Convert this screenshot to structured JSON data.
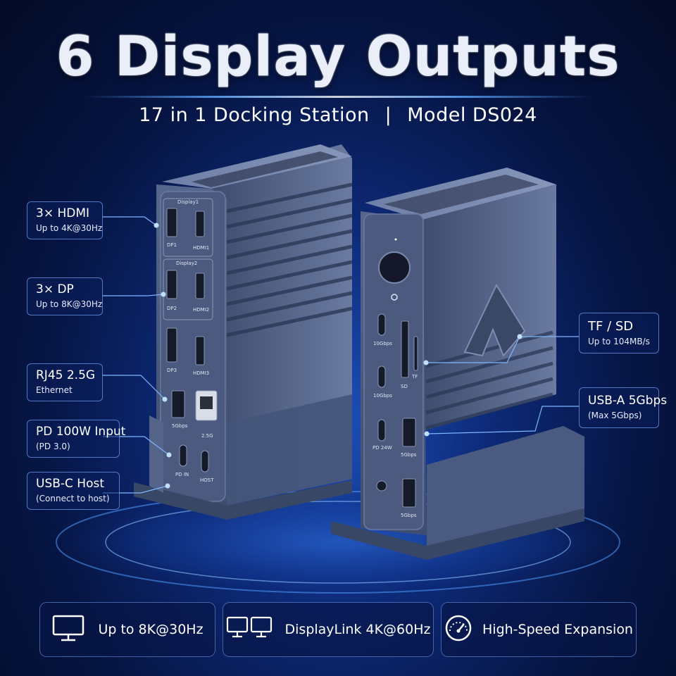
{
  "header": {
    "title": "6 Display Outputs",
    "subtitle_left": "17 in 1 Docking Station",
    "subtitle_sep": "|",
    "subtitle_right": "Model DS024"
  },
  "callouts": {
    "hdmi": {
      "main": "3× HDMI",
      "sub": "Up to 4K@30Hz"
    },
    "dp": {
      "main": "3× DP",
      "sub": "Up to 8K@30Hz"
    },
    "rj45": {
      "main": "RJ45 2.5G",
      "sub": "Ethernet"
    },
    "pd": {
      "main": "PD 100W Input",
      "sub": "(PD 3.0)"
    },
    "usbc": {
      "main": "USB-C Host",
      "sub": "(Connect to host)"
    },
    "tfsd": {
      "main": "TF / SD",
      "sub": "Up to 104MB/s"
    },
    "usba": {
      "main": "USB-A 5Gbps",
      "sub": "(Max 5Gbps)"
    }
  },
  "device_back": {
    "group1": "Display1",
    "group2": "Display2",
    "dp1": "DP1",
    "hdmi1": "HDMI1",
    "dp2": "DP2",
    "hdmi2": "HDMI2",
    "dp3": "DP3",
    "hdmi3": "HDMI3",
    "usb_a": "5Gbps",
    "rj45": "2.5G",
    "pd_in": "PD IN",
    "host": "HOST"
  },
  "device_front": {
    "c1": "10Gbps",
    "sd": "SD",
    "tf": "TF",
    "c2": "10Gbps",
    "pd24": "PD 24W",
    "a1": "5Gbps",
    "a2": "5Gbps"
  },
  "features": [
    {
      "label": "Up to 8K@30Hz",
      "icon": "monitor-icon"
    },
    {
      "label": "DisplayLink 4K@60Hz",
      "icon": "dual-monitor-icon"
    },
    {
      "label": "High-Speed Expansion",
      "icon": "speedometer-icon"
    }
  ],
  "colors": {
    "accent": "#4f9cff",
    "device": "#4a5a7e",
    "background": "#0d2a78"
  }
}
